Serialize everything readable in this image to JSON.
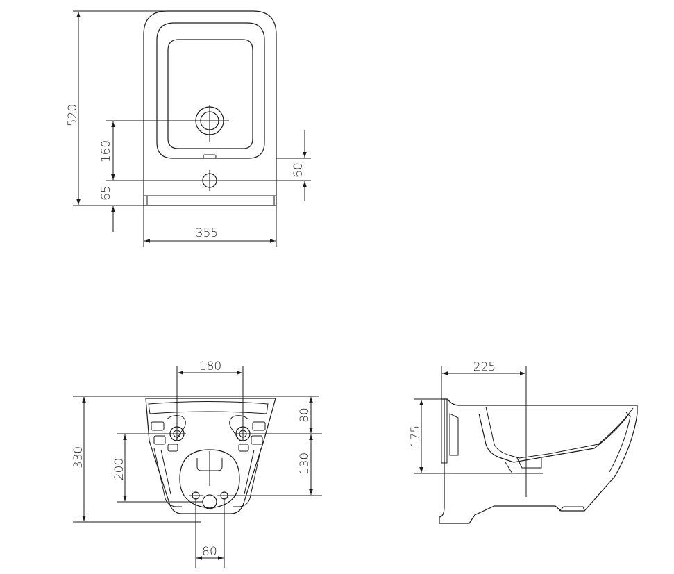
{
  "top_view": {
    "dim_width": "355",
    "dim_height": "520",
    "dim_drain": "160",
    "dim_rear": "65",
    "dim_tap": "60"
  },
  "rear_view": {
    "dim_fixing_spacing": "180",
    "dim_fixing_top": "80",
    "dim_height": "330",
    "dim_fixing_waste": "200",
    "dim_fixing_feed": "130",
    "dim_feed_spacing": "80"
  },
  "side_view": {
    "dim_projection": "225",
    "dim_height": "175"
  }
}
